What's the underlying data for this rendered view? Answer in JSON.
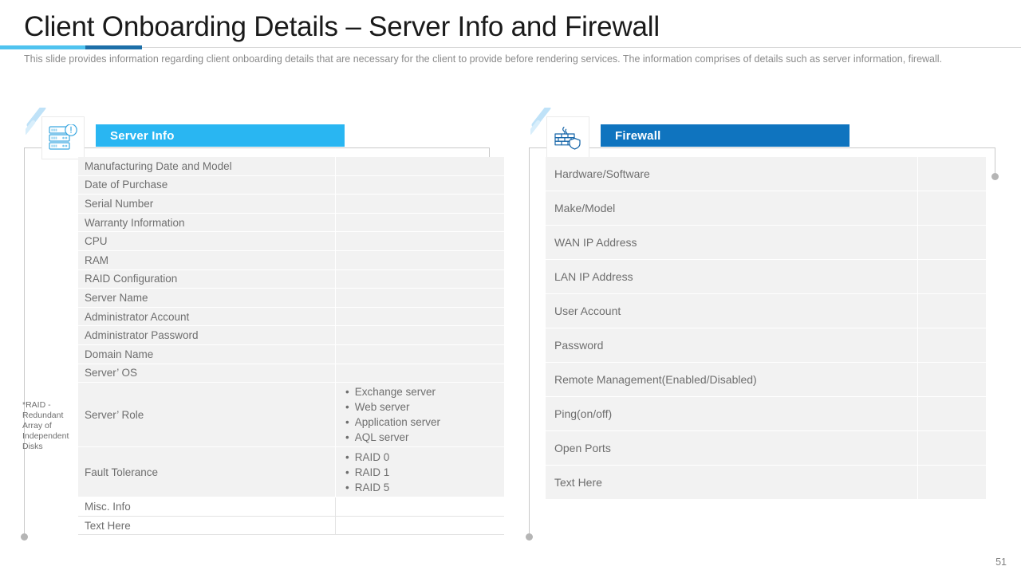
{
  "header": {
    "title": "Client Onboarding Details – Server Info and Firewall",
    "subtitle": "This slide provides information regarding client onboarding details that are necessary for the client to provide before rendering services. The information comprises of details such as server information, firewall.",
    "accent_light": "#4fc3ef",
    "accent_dark": "#1c6fa8"
  },
  "panels": {
    "left": {
      "heading": "Server Info",
      "heading_color": "#29b6f2",
      "icon": "server-icon",
      "rows": [
        {
          "label": "Manufacturing Date and Model",
          "value": ""
        },
        {
          "label": "Date of Purchase",
          "value": ""
        },
        {
          "label": "Serial Number",
          "value": ""
        },
        {
          "label": "Warranty Information",
          "value": ""
        },
        {
          "label": "CPU",
          "value": ""
        },
        {
          "label": "RAM",
          "value": ""
        },
        {
          "label": "RAID Configuration",
          "value": ""
        },
        {
          "label": "Server Name",
          "value": ""
        },
        {
          "label": "Administrator Account",
          "value": ""
        },
        {
          "label": "Administrator Password",
          "value": ""
        },
        {
          "label": "Domain Name",
          "value": ""
        },
        {
          "label": "Server’ OS",
          "value": ""
        }
      ],
      "role_row": {
        "label": "Server’ Role",
        "bullets": [
          "Exchange server",
          "Web server",
          "Application server",
          "AQL server"
        ]
      },
      "fault_row": {
        "label": "Fault Tolerance",
        "bullets": [
          "RAID 0",
          "RAID 1",
          "RAID 5"
        ]
      },
      "tail_rows": [
        {
          "label": "Misc. Info",
          "value": ""
        },
        {
          "label": "Text Here",
          "value": ""
        }
      ],
      "footnote": "*RAID - Redundant Array of Independent Disks"
    },
    "right": {
      "heading": "Firewall",
      "heading_color": "#0f74bf",
      "icon": "firewall-icon",
      "rows": [
        {
          "label": "Hardware/Software",
          "value": ""
        },
        {
          "label": "Make/Model",
          "value": ""
        },
        {
          "label": "WAN IP Address",
          "value": ""
        },
        {
          "label": "LAN IP Address",
          "value": ""
        },
        {
          "label": "User Account",
          "value": ""
        },
        {
          "label": "Password",
          "value": ""
        },
        {
          "label": "Remote Management(Enabled/Disabled)",
          "value": ""
        },
        {
          "label": "Ping(on/off)",
          "value": ""
        },
        {
          "label": "Open Ports",
          "value": ""
        },
        {
          "label": "Text Here",
          "value": ""
        }
      ]
    }
  },
  "footer": {
    "page_number": "51"
  }
}
